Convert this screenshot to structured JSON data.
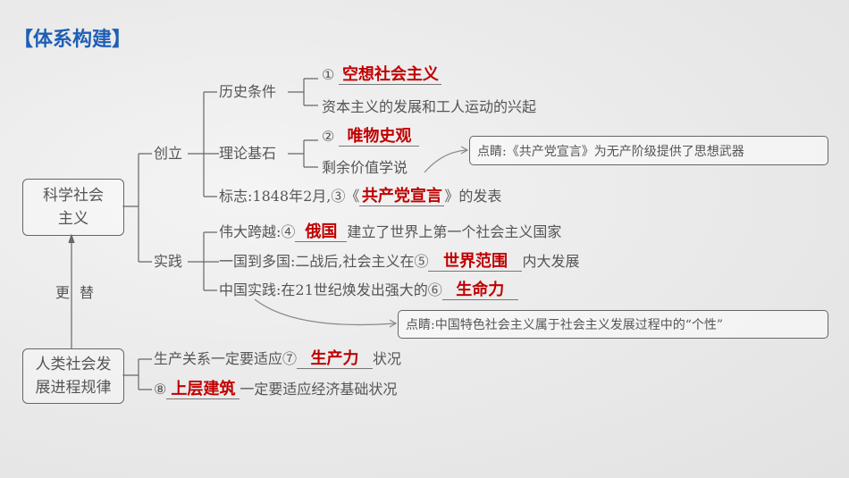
{
  "title": "【体系构建】",
  "root1": "科学社会主义",
  "root2": "人类社会发展进程规律",
  "arrow_label": [
    "更",
    "替"
  ],
  "branch": {
    "found": "创立",
    "practice": "实践"
  },
  "history": {
    "label": "历史条件",
    "n1": "①",
    "a1": "空想社会主义",
    "item2": "资本主义的发展和工人运动的兴起"
  },
  "theory": {
    "label": "理论基石",
    "n2": "②",
    "a2": "唯物史观",
    "item2": "剩余价值学说"
  },
  "mark": {
    "prefix": "标志:1848年2月,③《",
    "a3": "共产党宣言",
    "suffix": "》的发表"
  },
  "note1": "点睛:《共产党宣言》为无产阶级提供了思想武器",
  "p1": {
    "prefix": "伟大跨越:④",
    "a4": "俄国",
    "suffix": "建立了世界上第一个社会主义国家"
  },
  "p2": {
    "prefix": "一国到多国:二战后,社会主义在⑤",
    "a5": "世界范围",
    "suffix": "内大发展"
  },
  "p3": {
    "prefix": "中国实践:在21世纪焕发出强大的⑥",
    "a6": "生命力"
  },
  "note2": "点睛:中国特色社会主义属于社会主义发展过程中的“个性”",
  "law1": {
    "prefix": "生产关系一定要适应⑦",
    "a7": "生产力",
    "suffix": "状况"
  },
  "law2": {
    "n8": "⑧",
    "a8": "上层建筑",
    "suffix": "一定要适应经济基础状况"
  }
}
